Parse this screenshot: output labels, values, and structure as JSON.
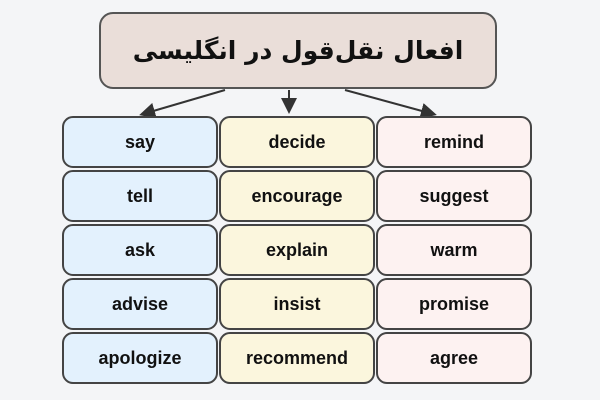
{
  "title": "افعال نقل‌قول در انگلیسی",
  "colors": {
    "title_bg": "#eaded9",
    "col1_bg": "#e3f1fd",
    "col2_bg": "#fbf6dd",
    "col3_bg": "#fdf2f1",
    "border": "#444444"
  },
  "columns": [
    {
      "items": [
        "say",
        "tell",
        "ask",
        "advise",
        "apologize"
      ]
    },
    {
      "items": [
        "decide",
        "encourage",
        "explain",
        "insist",
        "recommend"
      ]
    },
    {
      "items": [
        "remind",
        "suggest",
        "warm",
        "promise",
        "agree"
      ]
    }
  ]
}
